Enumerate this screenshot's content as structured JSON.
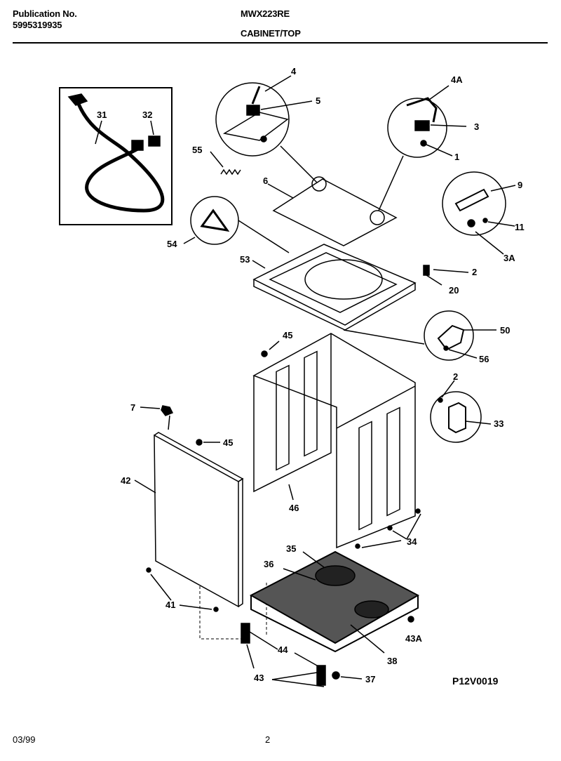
{
  "header": {
    "publication_label": "Publication No.",
    "publication_number": "5995319935",
    "model": "MWX223RE",
    "section": "CABINET/TOP"
  },
  "footer": {
    "date": "03/99",
    "page": "2",
    "drawing_id": "P12V0019"
  },
  "callouts": {
    "c4": "4",
    "c5": "5",
    "c4A": "4A",
    "c3": "3",
    "c1": "1",
    "c31": "31",
    "c32": "32",
    "c55": "55",
    "c6": "6",
    "c9": "9",
    "c11": "11",
    "c3A": "3A",
    "c54": "54",
    "c53": "53",
    "c2a": "2",
    "c20": "20",
    "c45a": "45",
    "c50": "50",
    "c56": "56",
    "c2b": "2",
    "c33": "33",
    "c7": "7",
    "c45b": "45",
    "c42": "42",
    "c46": "46",
    "c34": "34",
    "c35": "35",
    "c36": "36",
    "c41": "41",
    "c43A": "43A",
    "c44": "44",
    "c38": "38",
    "c43": "43",
    "c37": "37"
  }
}
